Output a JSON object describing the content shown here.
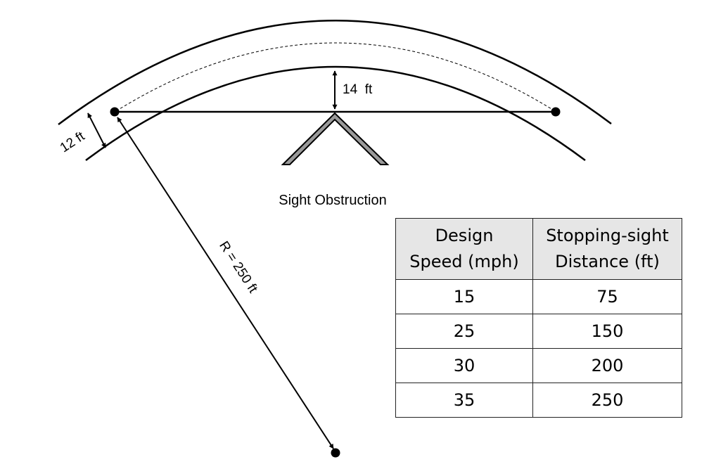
{
  "diagram": {
    "lane_width_label": "12 ft",
    "offset_label": "14  ft",
    "radius_label": "R = 250 ft",
    "obstruction_label": "Sight Obstruction"
  },
  "table": {
    "header_col1_line1": "Design",
    "header_col1_line2": "Speed (mph)",
    "header_col2_line1": "Stopping-sight",
    "header_col2_line2": "Distance (ft)",
    "rows": [
      {
        "speed": "15",
        "distance": "75"
      },
      {
        "speed": "25",
        "distance": "150"
      },
      {
        "speed": "30",
        "distance": "200"
      },
      {
        "speed": "35",
        "distance": "250"
      }
    ]
  },
  "colors": {
    "line": "#000000",
    "header_fill": "#e6e6e6",
    "obstruction_fill": "#9a9a9a"
  }
}
